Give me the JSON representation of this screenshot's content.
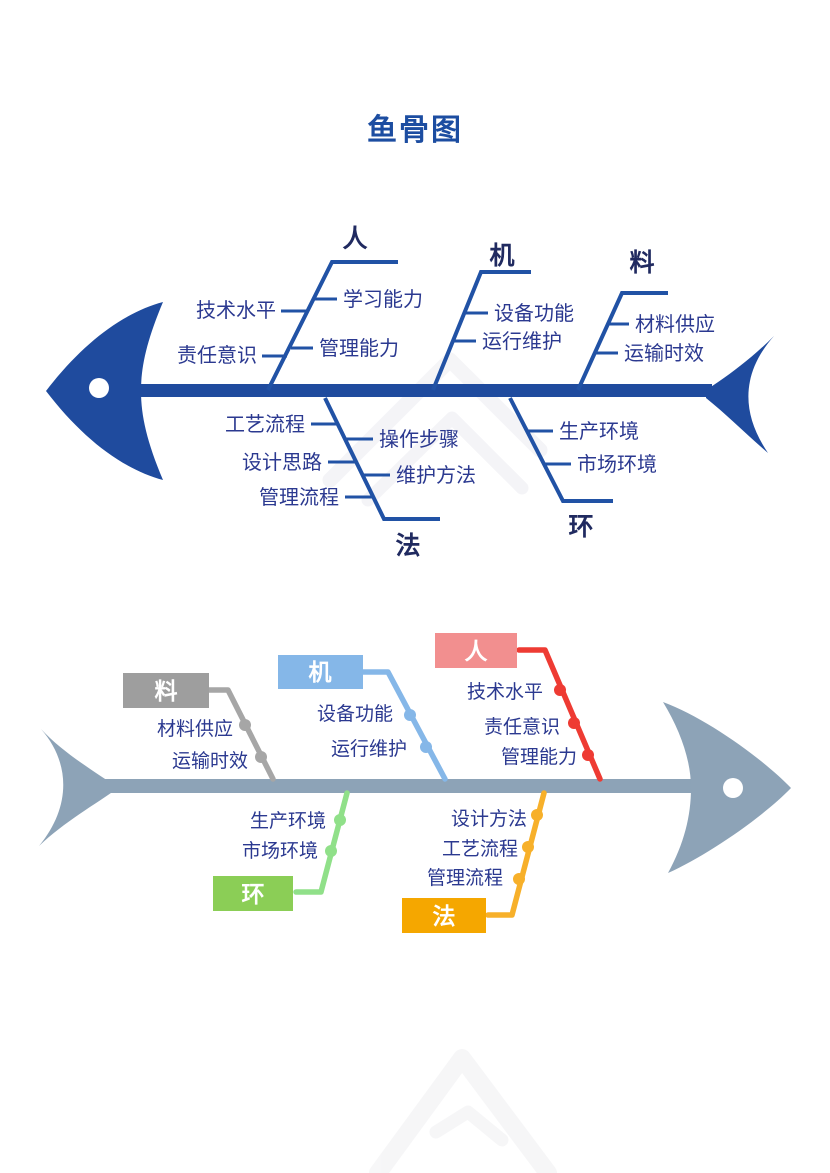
{
  "title": "鱼骨图",
  "colors": {
    "title_blue": "#1C4DA1",
    "top_fish": "#1F4B9E",
    "top_line": "#2152A5",
    "item_text": "#2B3990",
    "category_text": "#202A60",
    "bottom_fish": "#8DA3B7"
  },
  "top": {
    "ren": {
      "label": "人",
      "left": [
        "技术水平",
        "责任意识"
      ],
      "right": [
        "学习能力",
        "管理能力"
      ]
    },
    "ji": {
      "label": "机",
      "right": [
        "设备功能",
        "运行维护"
      ]
    },
    "liao": {
      "label": "料",
      "right": [
        "材料供应",
        "运输时效"
      ]
    },
    "fa": {
      "label": "法",
      "left": [
        "工艺流程",
        "设计思路",
        "管理流程"
      ],
      "right": [
        "操作步骤",
        "维护方法"
      ]
    },
    "huan": {
      "label": "环",
      "right": [
        "生产环境",
        "市场环境"
      ]
    }
  },
  "bottom": {
    "liao": {
      "label": "料",
      "box_color": "#9E9E9E",
      "line_color": "#A6A6A6",
      "items": [
        "材料供应",
        "运输时效"
      ]
    },
    "ji": {
      "label": "机",
      "box_color": "#85B7E8",
      "line_color": "#85B7E8",
      "items": [
        "设备功能",
        "运行维护"
      ]
    },
    "ren": {
      "label": "人",
      "box_color": "#F28F8F",
      "line_color": "#EE3B33",
      "items": [
        "技术水平",
        "责任意识",
        "管理能力"
      ]
    },
    "huan": {
      "label": "环",
      "box_color": "#8BCE56",
      "line_color": "#90E089",
      "items": [
        "生产环境",
        "市场环境"
      ]
    },
    "fa": {
      "label": "法",
      "box_color": "#F5A700",
      "line_color": "#F7B02A",
      "items": [
        "设计方法",
        "工艺流程",
        "管理流程"
      ]
    }
  }
}
